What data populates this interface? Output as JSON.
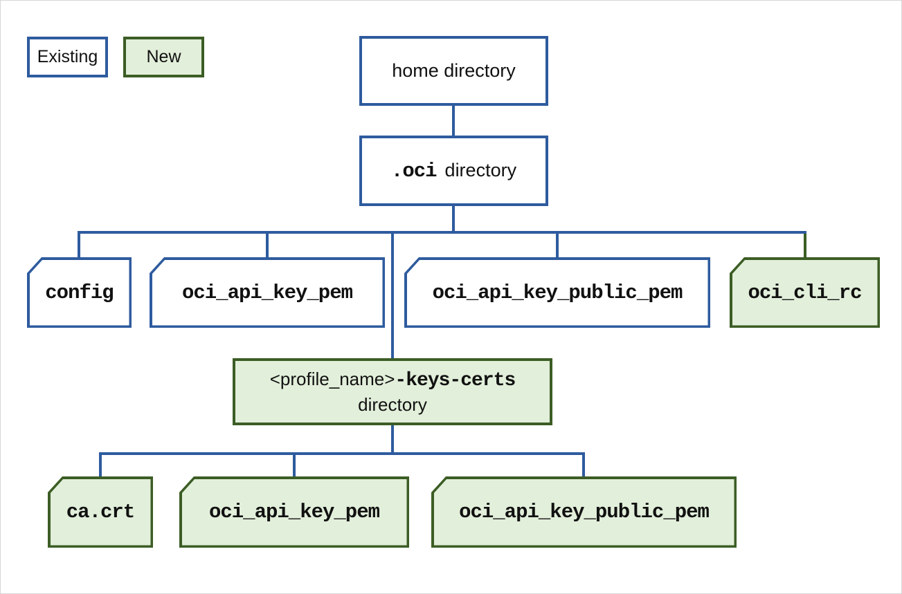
{
  "diagram": {
    "description": "OCI configuration directory tree",
    "legend": {
      "existing_label": "Existing",
      "new_label": "New"
    },
    "colors": {
      "existing_border": "#2E5B9E",
      "existing_fill": "#FFFFFF",
      "new_border": "#3C5D25",
      "new_fill": "#E2EFDA",
      "connector": "#2E5B9E",
      "connector_new": "#3C5D25",
      "text": "#111111"
    },
    "nodes": {
      "home_directory": {
        "label": "home directory",
        "status": "existing",
        "kind": "directory"
      },
      "oci_directory": {
        "code": ".oci",
        "suffix": "directory",
        "status": "existing",
        "kind": "directory"
      },
      "config": {
        "label": "config",
        "status": "existing",
        "kind": "file"
      },
      "oci_api_key_pem": {
        "label": "oci_api_key_pem",
        "status": "existing",
        "kind": "file"
      },
      "oci_api_key_public_pem": {
        "label": "oci_api_key_public_pem",
        "status": "existing",
        "kind": "file"
      },
      "oci_cli_rc": {
        "label": "oci_cli_rc",
        "status": "new",
        "kind": "file"
      },
      "profile_keys_certs_directory": {
        "prefix": "<profile_name>",
        "code": "-keys-certs",
        "line2": "directory",
        "status": "new",
        "kind": "directory"
      },
      "ca_crt": {
        "label": "ca.crt",
        "status": "new",
        "kind": "file"
      },
      "keys_certs_oci_api_key_pem": {
        "label": "oci_api_key_pem",
        "status": "new",
        "kind": "file"
      },
      "keys_certs_oci_api_key_public_pem": {
        "label": "oci_api_key_public_pem",
        "status": "new",
        "kind": "file"
      }
    },
    "edges": [
      {
        "from": "home_directory",
        "to": "oci_directory"
      },
      {
        "from": "oci_directory",
        "to": "config"
      },
      {
        "from": "oci_directory",
        "to": "oci_api_key_pem"
      },
      {
        "from": "oci_directory",
        "to": "oci_api_key_public_pem"
      },
      {
        "from": "oci_directory",
        "to": "oci_cli_rc"
      },
      {
        "from": "oci_directory",
        "to": "profile_keys_certs_directory"
      },
      {
        "from": "profile_keys_certs_directory",
        "to": "ca_crt"
      },
      {
        "from": "profile_keys_certs_directory",
        "to": "keys_certs_oci_api_key_pem"
      },
      {
        "from": "profile_keys_certs_directory",
        "to": "keys_certs_oci_api_key_public_pem"
      }
    ]
  }
}
